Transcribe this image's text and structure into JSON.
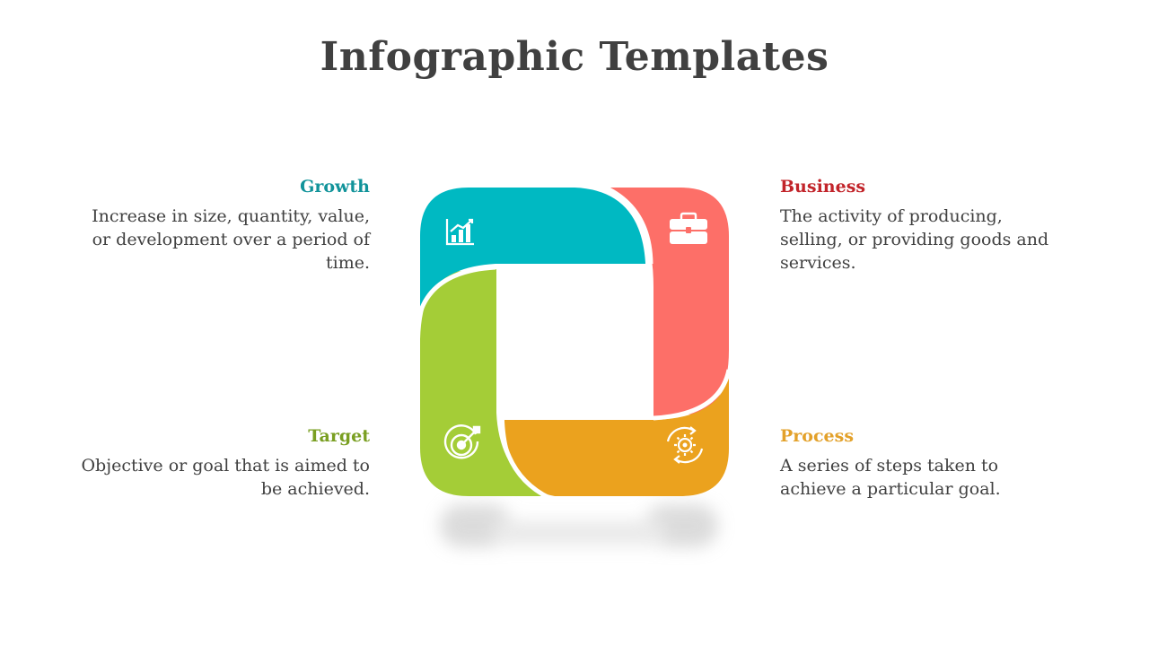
{
  "title": "Infographic Templates",
  "colors": {
    "growth": "#00B9C2",
    "business": "#FD6F68",
    "process": "#EBA21E",
    "target": "#A4CD37",
    "growth_heading": "#11939A",
    "business_heading": "#C2242A",
    "process_heading": "#E3A12A",
    "target_heading": "#7A9F22",
    "text": "#404040"
  },
  "items": {
    "growth": {
      "heading": "Growth",
      "description": "Increase in size, quantity, value, or development over a period of time.",
      "icon": "bar-chart-icon"
    },
    "business": {
      "heading": "Business",
      "description": "The activity of producing, selling, or providing goods and services.",
      "icon": "briefcase-icon"
    },
    "target": {
      "heading": "Target",
      "description": "Objective or goal that is aimed to be achieved.",
      "icon": "target-icon"
    },
    "process": {
      "heading": "Process",
      "description": "A series of steps taken to achieve a particular goal.",
      "icon": "gear-cycle-icon"
    }
  }
}
